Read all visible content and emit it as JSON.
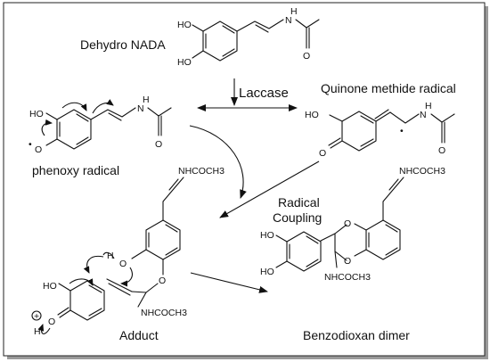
{
  "labels": {
    "dehydro_nada": "Dehydro NADA",
    "laccase": "Laccase",
    "quinone_methide_radical": "Quinone methide radical",
    "phenoxy_radical": "phenoxy radical",
    "radical_coupling_line1": "Radical",
    "radical_coupling_line2": "Coupling",
    "adduct": "Adduct",
    "benzodioxan_dimer": "Benzodioxan dimer"
  },
  "atoms": {
    "ho": "HO",
    "o": "O",
    "n": "N",
    "h": "H",
    "nacyl": "NHCOCH3",
    "plus": "+",
    "radical_dot": "•"
  }
}
